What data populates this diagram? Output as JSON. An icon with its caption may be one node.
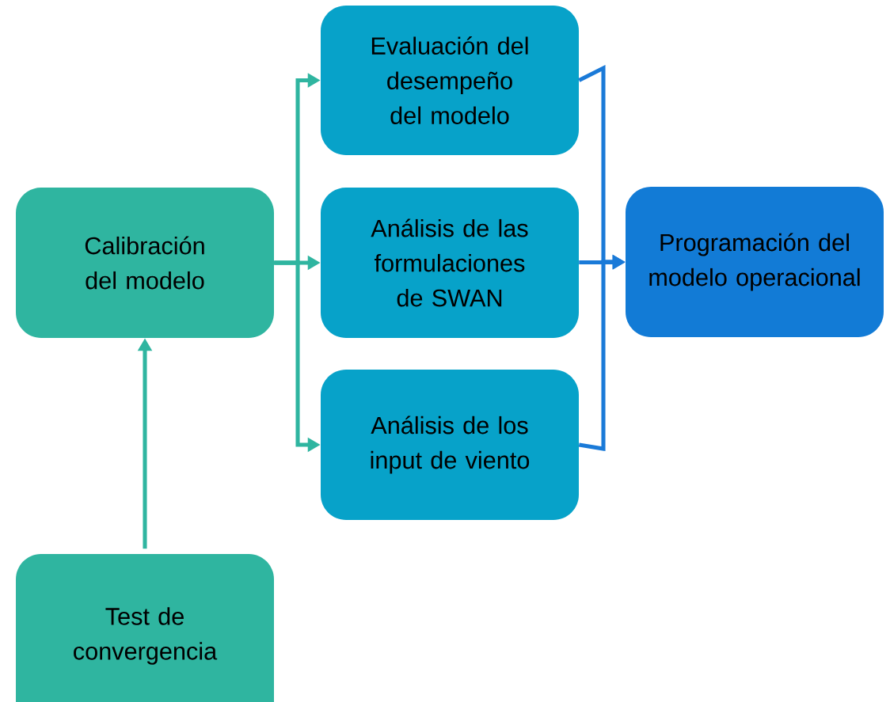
{
  "diagram": {
    "nodes": [
      {
        "text": [
          "Evaluación del desempeño del modelo"
        ]
      },
      {
        "text": [
          "Calibración del modelo"
        ]
      },
      {
        "text": [
          "Análisis de las formulaciones de SWAN"
        ]
      },
      {
        "text": [
          "Programación del modelo operacional"
        ]
      },
      {
        "text": [
          "Análisis de los input de viento"
        ]
      },
      {
        "text": [
          "Test de convergencia"
        ]
      }
    ],
    "edges": [
      {
        "from": 5,
        "to": 1,
        "arrow": "to"
      },
      {
        "from": 1,
        "to": 0,
        "arrow": "to"
      },
      {
        "from": 1,
        "to": 2,
        "arrow": "to"
      },
      {
        "from": 1,
        "to": 4,
        "arrow": "to"
      },
      {
        "from": 0,
        "to": 3,
        "arrow": "to",
        "color": "#1a7ad8"
      },
      {
        "from": 2,
        "to": 3,
        "arrow": "to",
        "color": "#1a7ad8"
      },
      {
        "from": 4,
        "to": 3,
        "arrow": "to",
        "color": "#1a7ad8"
      }
    ]
  }
}
